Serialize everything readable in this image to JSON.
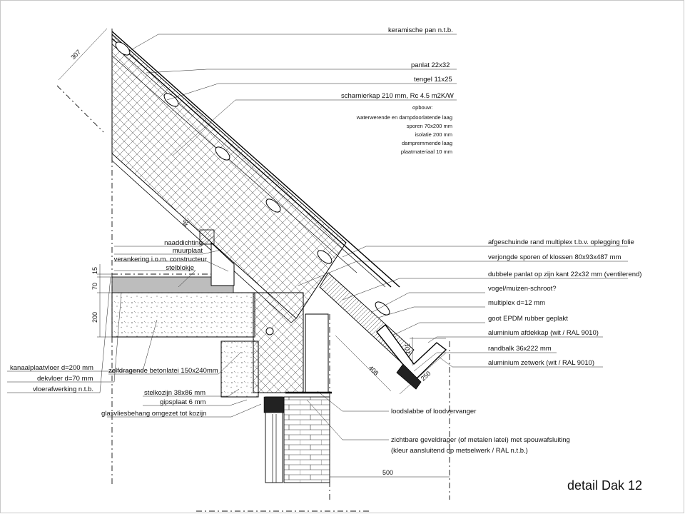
{
  "title": "detail Dak 12",
  "labels_right": [
    "keramische pan n.t.b.",
    "panlat 22x32",
    "tengel 11x25",
    "scharnierkap 210 mm, Rc 4.5 m2K/W",
    "afgeschuinde rand multiplex t.b.v. oplegging folie",
    "verjongde sporen of klossen 80x93x487 mm",
    "dubbele panlat op zijn kant 22x32 mm (ventilerend)",
    "vogel/muizen-schroot?",
    "multiplex d=12 mm",
    "goot EPDM rubber geplakt",
    "aluminium afdekkap (wit / RAL 9010)",
    "randbalk 36x222 mm",
    "aluminium zetwerk (wit / RAL 9010)"
  ],
  "opbouw": [
    "opbouw:",
    "waterwerende en dampdoorlatende laag",
    "sporen 70x200 mm",
    "isolatie 200 mm",
    "dampremmende laag",
    "plaatmateriaal 10 mm"
  ],
  "labels_left_upper": [
    "naaddichting",
    "muurplaat",
    "verankering i.o.m. constructeur",
    "stelblokje"
  ],
  "labels_left_lower": [
    "kanaalplaatvloer d=200 mm",
    "zelfdragende betonlatei 150x240mm",
    "dekvloer d=70 mm",
    "vloerafwerking n.t.b."
  ],
  "labels_bottom_left": [
    "stelkozijn 38x86 mm",
    "gipsplaat 6 mm",
    "glasvliesbehang omgezet tot kozijn"
  ],
  "labels_bottom_right": [
    "loodslabbe of loodvervanger",
    "zichtbare geveldrager (of metalen latei) met spouwafsluiting",
    "(kleur aansluitend op metselwerk / RAL n.t.b.)"
  ],
  "dimensions": {
    "d307": "307",
    "d45": "45",
    "d15": "15",
    "d70": "70",
    "d200": "200",
    "d101": "101",
    "d408": "408",
    "d250": "250",
    "d500": "500"
  }
}
